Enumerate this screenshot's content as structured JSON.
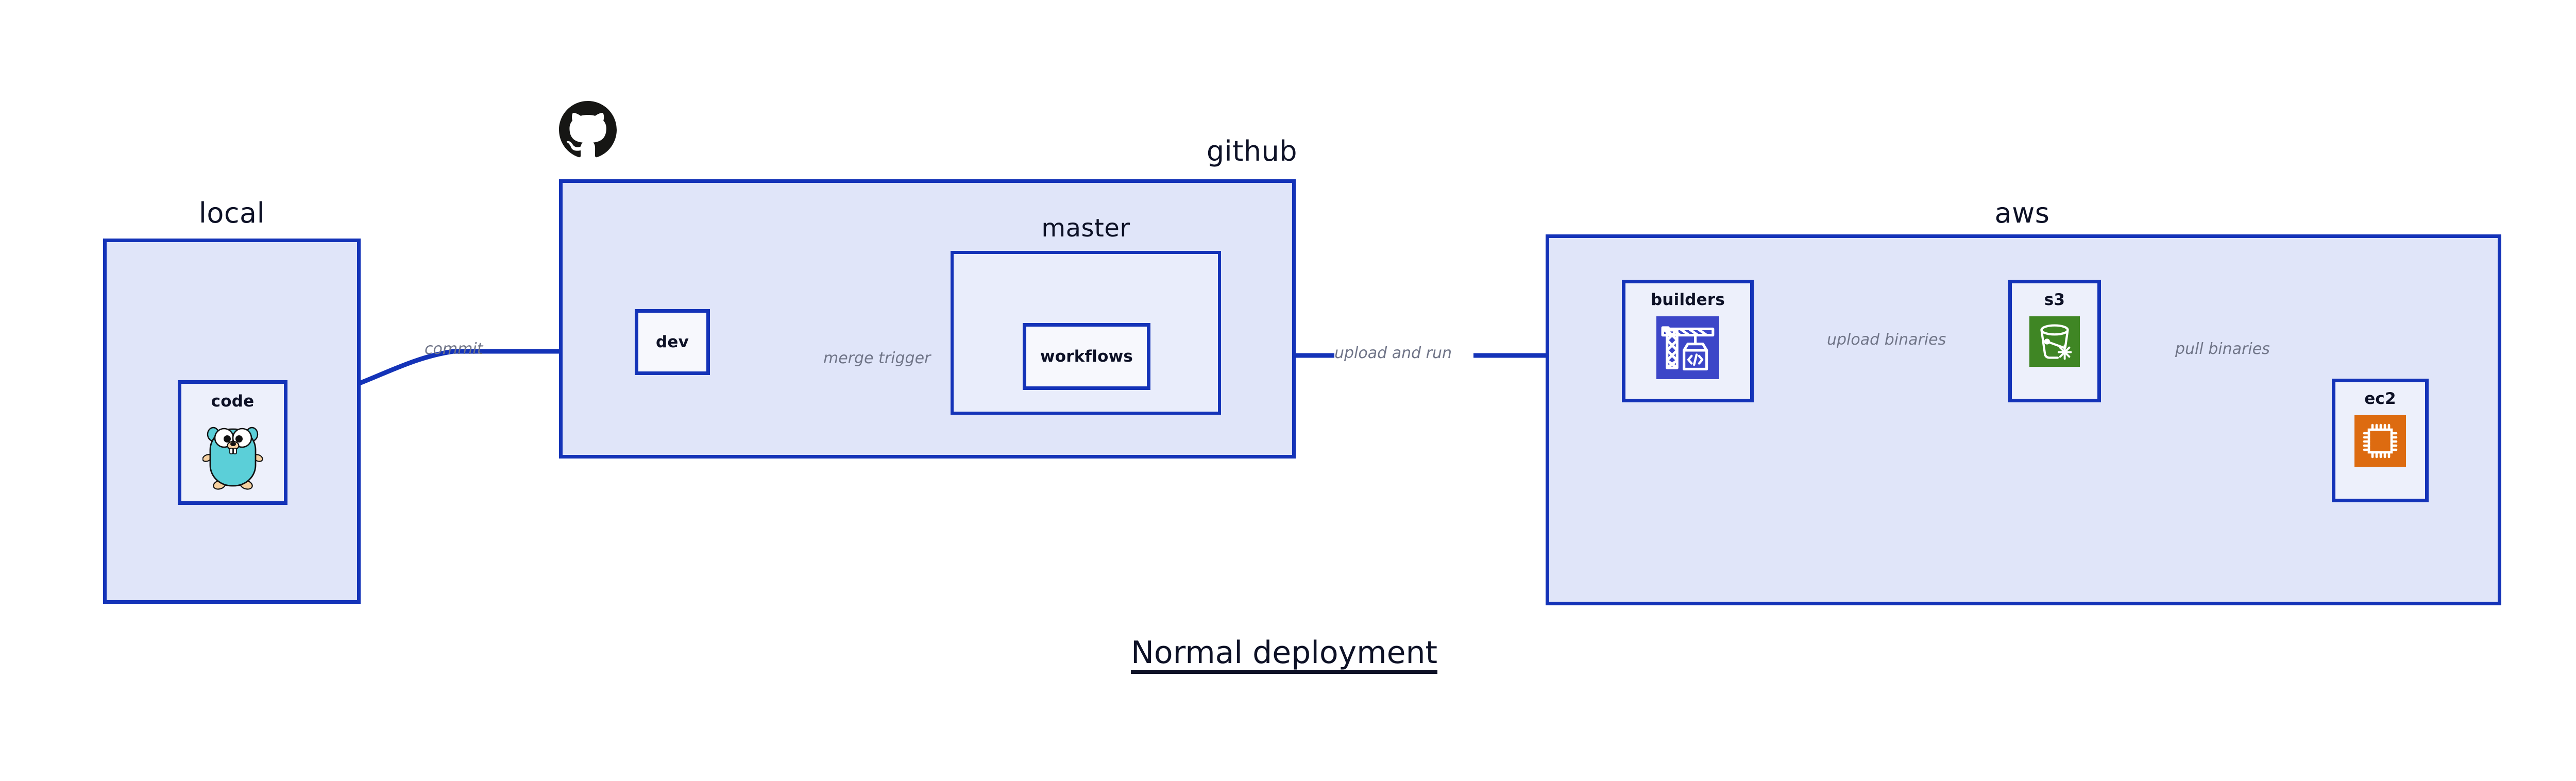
{
  "diagram": {
    "caption": "Normal deployment",
    "colors": {
      "group_fill": "#e0e5f9",
      "subgroup_fill": "#e9edfb",
      "node_fill": "#edf0fb",
      "node_fill_plain": "#f7f8fd",
      "stroke": "#1433b8",
      "label_text": "#0d1126",
      "edge_label_text": "#707588",
      "background": "#ffffff",
      "builders_icon_bg": "#3c46c8",
      "s3_icon_bg": "#3f8624",
      "ec2_icon_bg": "#dd6b10",
      "gopher_body": "#5bcfd8",
      "octocat": "#161614"
    },
    "groups": [
      {
        "id": "local",
        "label": "local"
      },
      {
        "id": "github",
        "label": "github"
      },
      {
        "id": "aws",
        "label": "aws"
      }
    ],
    "subgroups": [
      {
        "id": "master",
        "label": "master",
        "parent": "github"
      }
    ],
    "nodes": [
      {
        "id": "code",
        "label": "code",
        "parent": "local",
        "icon": "go-gopher-icon"
      },
      {
        "id": "dev",
        "label": "dev",
        "parent": "github",
        "icon": null
      },
      {
        "id": "workflows",
        "label": "workflows",
        "parent": "master",
        "icon": null
      },
      {
        "id": "builders",
        "label": "builders",
        "parent": "aws",
        "icon": "crane-code-icon"
      },
      {
        "id": "s3",
        "label": "s3",
        "parent": "aws",
        "icon": "s3-bucket-icon"
      },
      {
        "id": "ec2",
        "label": "ec2",
        "parent": "aws",
        "icon": "cpu-chip-icon"
      }
    ],
    "edges": [
      {
        "id": "commit",
        "from": "code",
        "to": "dev",
        "label": "commit"
      },
      {
        "id": "merge-trigger",
        "from": "dev",
        "to": "workflows",
        "label": "merge trigger"
      },
      {
        "id": "upload-and-run",
        "from": "workflows",
        "to": "builders",
        "label": "upload and run"
      },
      {
        "id": "upload-binaries",
        "from": "builders",
        "to": "s3",
        "label": "upload binaries"
      },
      {
        "id": "pull-binaries",
        "from": "s3",
        "to": "ec2",
        "label": "pull binaries"
      }
    ],
    "logos": [
      {
        "id": "github-logo",
        "name": "github-octocat-icon",
        "attached_to": "github"
      }
    ]
  }
}
